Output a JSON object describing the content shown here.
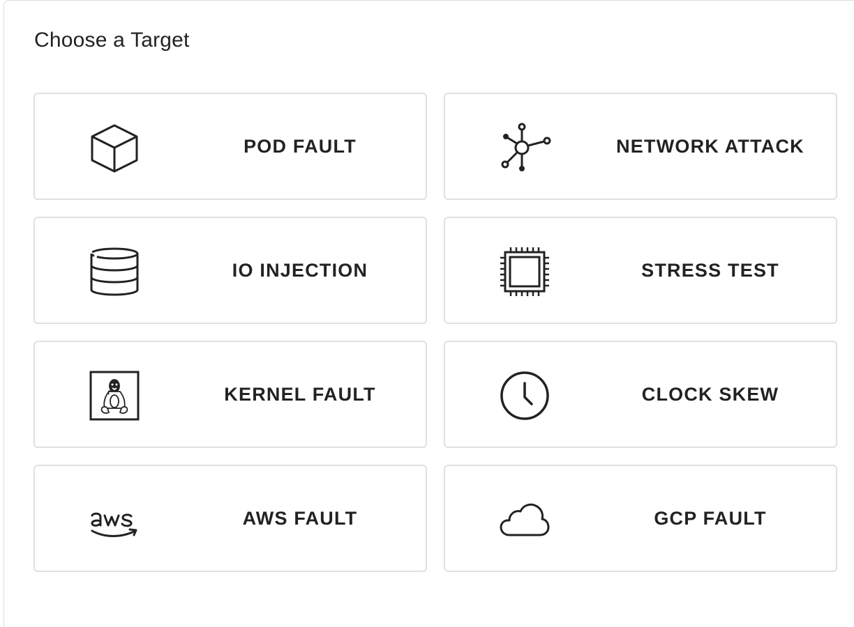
{
  "header": {
    "title": "Choose a Target"
  },
  "targets": [
    {
      "label": "POD FAULT",
      "icon": "cube-icon"
    },
    {
      "label": "NETWORK ATTACK",
      "icon": "network-hub-icon"
    },
    {
      "label": "IO INJECTION",
      "icon": "database-icon"
    },
    {
      "label": "STRESS TEST",
      "icon": "cpu-chip-icon"
    },
    {
      "label": "KERNEL FAULT",
      "icon": "linux-tux-icon"
    },
    {
      "label": "CLOCK SKEW",
      "icon": "clock-icon"
    },
    {
      "label": "AWS FAULT",
      "icon": "aws-logo-icon"
    },
    {
      "label": "GCP FAULT",
      "icon": "cloud-icon"
    }
  ],
  "colors": {
    "text": "#222222",
    "card_border": "#e0e0e0",
    "icon_stroke": "#222222"
  }
}
